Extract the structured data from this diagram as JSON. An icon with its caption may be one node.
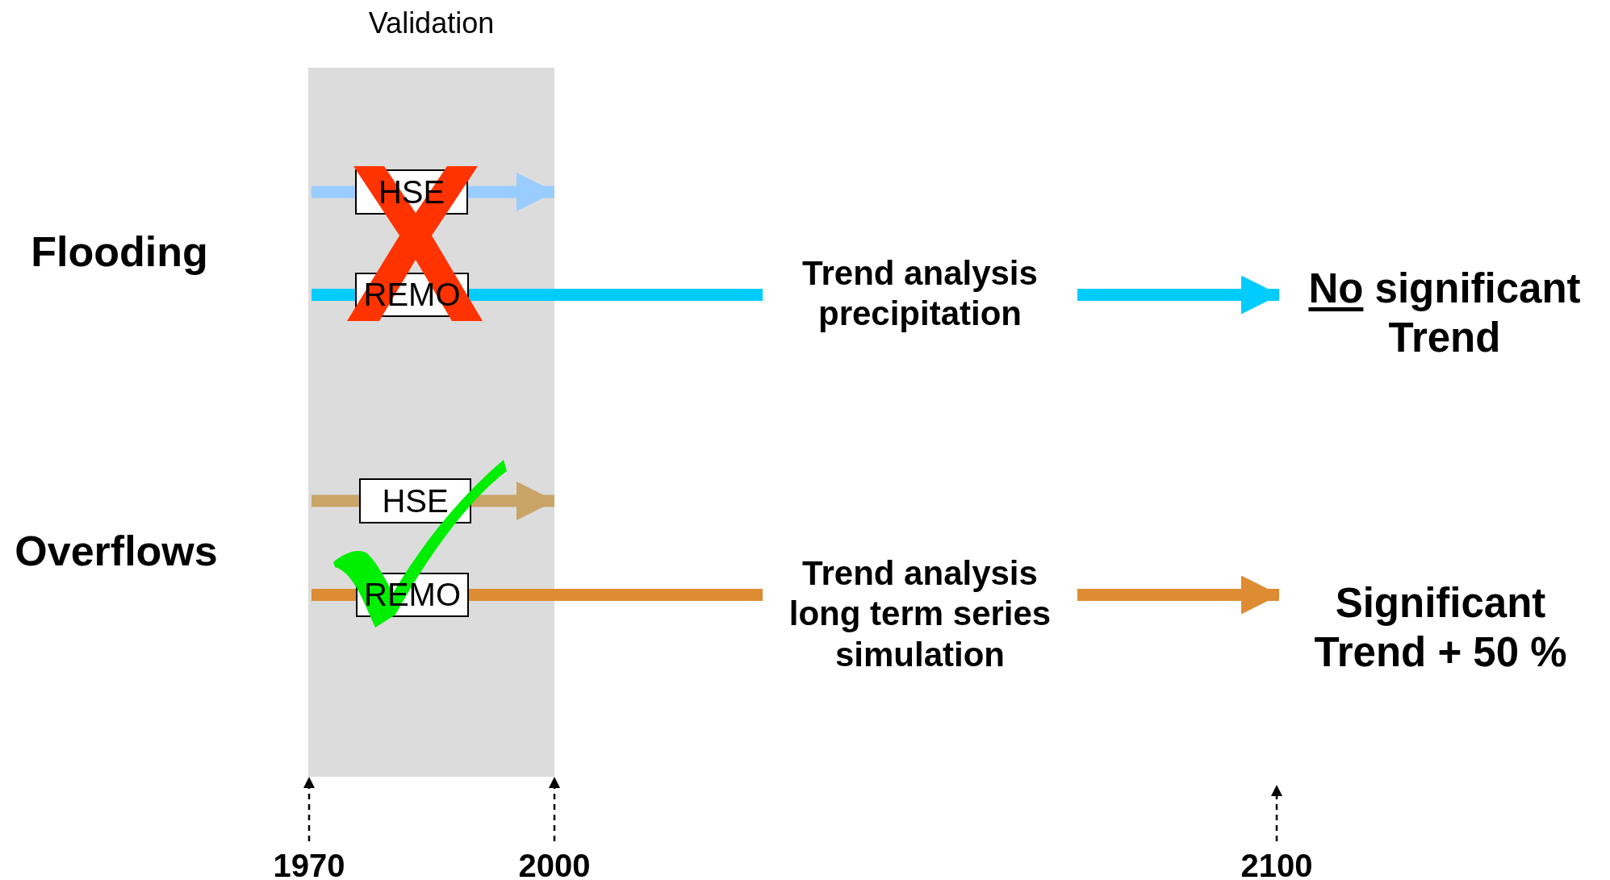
{
  "diagram": {
    "nodes": [
      {
        "text": [
          "Validation"
        ]
      },
      {
        "text": [
          "HSE"
        ],
        "in": 0
      },
      {
        "text": [
          "REMO"
        ],
        "in": 0
      },
      {
        "text": [
          "Trend analysis precipitation"
        ]
      },
      {
        "text": [
          "No",
          "significant Trend"
        ]
      },
      {
        "text": [
          "HSE"
        ],
        "in": 0
      },
      {
        "text": [
          "REMO"
        ],
        "in": 0
      },
      {
        "text": [
          "Trend analysis long term series simulation"
        ]
      },
      {
        "text": [
          "Significant Trend + 50 %"
        ]
      },
      {
        "text": [],
        "shape": "cross",
        "in": 0
      },
      {
        "text": [],
        "shape": "checkmark",
        "in": 0
      }
    ],
    "edges": [
      {
        "from": null,
        "to": 1,
        "arrow": "none",
        "color": "#99ccff"
      },
      {
        "from": 1,
        "to": null,
        "arrow": "to",
        "color": "#99ccff"
      },
      {
        "from": null,
        "to": 2,
        "arrow": "none",
        "color": "#00ccff"
      },
      {
        "from": 2,
        "to": 3,
        "arrow": "none",
        "color": "#00ccff"
      },
      {
        "from": 3,
        "to": 4,
        "arrow": "to",
        "color": "#00ccff"
      },
      {
        "from": null,
        "to": 5,
        "arrow": "none",
        "color": "#c8a466"
      },
      {
        "from": 5,
        "to": null,
        "arrow": "to",
        "color": "#c8a466"
      },
      {
        "from": null,
        "to": 6,
        "arrow": "none",
        "color": "#dd8c33"
      },
      {
        "from": 6,
        "to": 7,
        "arrow": "none",
        "color": "#dd8c33"
      },
      {
        "from": 7,
        "to": 8,
        "arrow": "to",
        "color": "#dd8c33"
      }
    ],
    "labels": [
      "Flooding",
      "Overflows",
      "1970",
      "2000",
      "2100"
    ]
  }
}
